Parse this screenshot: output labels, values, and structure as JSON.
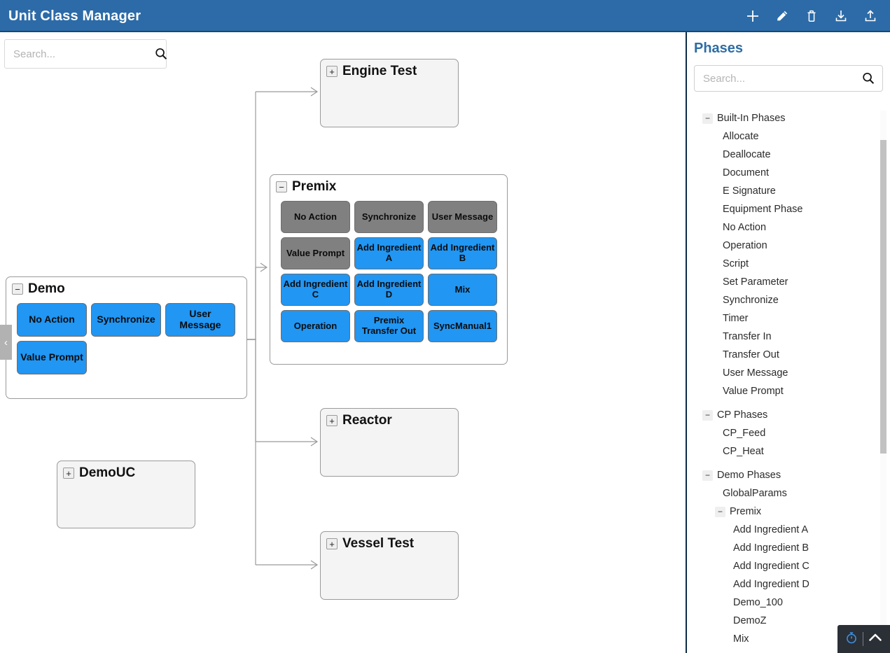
{
  "titlebar": {
    "title": "Unit Class Manager",
    "actions": [
      {
        "name": "add-icon",
        "label": "Add"
      },
      {
        "name": "edit-icon",
        "label": "Edit"
      },
      {
        "name": "delete-icon",
        "label": "Delete"
      },
      {
        "name": "import-icon",
        "label": "Import"
      },
      {
        "name": "export-icon",
        "label": "Export"
      }
    ],
    "bg_color": "#2c6ba8"
  },
  "canvas": {
    "search_placeholder": "Search...",
    "search_value": "",
    "collapse_handle": "‹",
    "nodes": [
      {
        "id": "engine-test",
        "title": "Engine Test",
        "expander": "+",
        "state": "collapsed",
        "chips": []
      },
      {
        "id": "premix",
        "title": "Premix",
        "expander": "−",
        "state": "expanded",
        "chips": [
          {
            "label": "No Action",
            "color": "gray"
          },
          {
            "label": "Synchronize",
            "color": "gray"
          },
          {
            "label": "User Message",
            "color": "gray"
          },
          {
            "label": "Value Prompt",
            "color": "gray"
          },
          {
            "label": "Add Ingredient A",
            "color": "blue"
          },
          {
            "label": "Add Ingredient B",
            "color": "blue"
          },
          {
            "label": "Add Ingredient C",
            "color": "blue"
          },
          {
            "label": "Add Ingredient D",
            "color": "blue"
          },
          {
            "label": "Mix",
            "color": "blue"
          },
          {
            "label": "Operation",
            "color": "blue"
          },
          {
            "label": "Premix Transfer Out",
            "color": "blue"
          },
          {
            "label": "SyncManual1",
            "color": "blue"
          }
        ]
      },
      {
        "id": "demo",
        "title": "Demo",
        "expander": "−",
        "state": "expanded",
        "chips": [
          {
            "label": "No Action",
            "color": "blue"
          },
          {
            "label": "Synchronize",
            "color": "blue"
          },
          {
            "label": "User Message",
            "color": "blue"
          },
          {
            "label": "Value Prompt",
            "color": "blue"
          }
        ]
      },
      {
        "id": "reactor",
        "title": "Reactor",
        "expander": "+",
        "state": "collapsed",
        "chips": []
      },
      {
        "id": "demouc",
        "title": "DemoUC",
        "expander": "+",
        "state": "collapsed",
        "chips": []
      },
      {
        "id": "vessel-test",
        "title": "Vessel Test",
        "expander": "+",
        "state": "collapsed",
        "chips": []
      }
    ],
    "colors": {
      "chip_blue": "#2196f3",
      "chip_gray": "#808080",
      "collapsed_node": "#f4f4f4",
      "edge": "#9a9a9a"
    }
  },
  "panel": {
    "title": "Phases",
    "title_color": "#2e6da4",
    "search_placeholder": "Search...",
    "search_value": "",
    "tree": [
      {
        "label": "Built-In Phases",
        "level": 0,
        "expander": "−",
        "gap": false
      },
      {
        "label": "Allocate",
        "level": 1,
        "expander": null,
        "gap": false
      },
      {
        "label": "Deallocate",
        "level": 1,
        "expander": null,
        "gap": false
      },
      {
        "label": "Document",
        "level": 1,
        "expander": null,
        "gap": false
      },
      {
        "label": "E Signature",
        "level": 1,
        "expander": null,
        "gap": false
      },
      {
        "label": "Equipment Phase",
        "level": 1,
        "expander": null,
        "gap": false
      },
      {
        "label": "No Action",
        "level": 1,
        "expander": null,
        "gap": false
      },
      {
        "label": "Operation",
        "level": 1,
        "expander": null,
        "gap": false
      },
      {
        "label": "Script",
        "level": 1,
        "expander": null,
        "gap": false
      },
      {
        "label": "Set Parameter",
        "level": 1,
        "expander": null,
        "gap": false
      },
      {
        "label": "Synchronize",
        "level": 1,
        "expander": null,
        "gap": false
      },
      {
        "label": "Timer",
        "level": 1,
        "expander": null,
        "gap": false
      },
      {
        "label": "Transfer In",
        "level": 1,
        "expander": null,
        "gap": false
      },
      {
        "label": "Transfer Out",
        "level": 1,
        "expander": null,
        "gap": false
      },
      {
        "label": "User Message",
        "level": 1,
        "expander": null,
        "gap": false
      },
      {
        "label": "Value Prompt",
        "level": 1,
        "expander": null,
        "gap": false
      },
      {
        "label": "CP Phases",
        "level": 0,
        "expander": "−",
        "gap": true
      },
      {
        "label": "CP_Feed",
        "level": 1,
        "expander": null,
        "gap": false
      },
      {
        "label": "CP_Heat",
        "level": 1,
        "expander": null,
        "gap": false
      },
      {
        "label": "Demo Phases",
        "level": 0,
        "expander": "−",
        "gap": true
      },
      {
        "label": "GlobalParams",
        "level": 1,
        "expander": null,
        "gap": false
      },
      {
        "label": "Premix",
        "level": 2,
        "expander": "−",
        "gap": false
      },
      {
        "label": "Add Ingredient A",
        "level": 3,
        "expander": null,
        "gap": false
      },
      {
        "label": "Add Ingredient B",
        "level": 3,
        "expander": null,
        "gap": false
      },
      {
        "label": "Add Ingredient C",
        "level": 3,
        "expander": null,
        "gap": false
      },
      {
        "label": "Add Ingredient D",
        "level": 3,
        "expander": null,
        "gap": false
      },
      {
        "label": "Demo_100",
        "level": 3,
        "expander": null,
        "gap": false
      },
      {
        "label": "DemoZ",
        "level": 3,
        "expander": null,
        "gap": false
      },
      {
        "label": "Mix",
        "level": 3,
        "expander": null,
        "gap": false
      }
    ]
  },
  "fab": {
    "timer_icon": "stopwatch-icon",
    "chevron": "chevron-up-icon",
    "accent_color": "#3b8fe0"
  }
}
